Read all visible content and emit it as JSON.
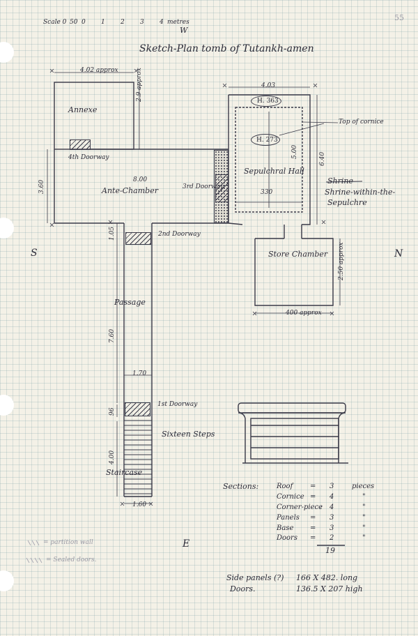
{
  "page_number": "55",
  "scale": {
    "label": "Scale 0",
    "ticks": [
      "50",
      "0",
      "1",
      "2",
      "3",
      "4"
    ],
    "unit": "metres"
  },
  "title": "Sketch-Plan tomb of Tutankh-amen",
  "directions": {
    "south": "S",
    "north": "N",
    "east": "E",
    "west": "W"
  },
  "rooms": {
    "annexe": {
      "label": "Annexe",
      "width": "4.02 approx",
      "depth": "2.9 approx"
    },
    "ante_chamber": {
      "label": "Ante-Chamber",
      "width": "8.00",
      "depth": "3.60"
    },
    "sepulchral_hall": {
      "label": "Sepulchral Hall",
      "width": "4.03",
      "depth": "6.40",
      "inner_width": "330",
      "inner_depth": "5.00"
    },
    "store_chamber": {
      "label": "Store Chamber",
      "width": "400 approx",
      "depth": "2.50 approx"
    },
    "passage": {
      "label": "Passage",
      "width": "1.70",
      "length": "7.60",
      "depth_label": "1.05"
    },
    "staircase": {
      "label": "Staircase",
      "width": "1.60",
      "length": "4.00",
      "steps_label": "Sixteen Steps"
    }
  },
  "doorways": {
    "first": "1st Doorway",
    "second": "2nd Doorway",
    "third": "3rd Doorway",
    "fourth": "4th Doorway",
    "first_depth": "96"
  },
  "annotations": {
    "height_outer": "H. 363",
    "height_inner": "H. 273",
    "top_of_cornice": "Top of cornice",
    "shrine_struck": "Shrine",
    "shrine_line1": "Shrine-within-the-",
    "shrine_line2": "Sepulchre"
  },
  "shrine_sections": {
    "label": "Sections:",
    "rows": [
      {
        "name": "Roof",
        "eq": "=",
        "count": "3",
        "unit": "pieces"
      },
      {
        "name": "Cornice",
        "eq": "=",
        "count": "4",
        "unit": "\""
      },
      {
        "name": "Corner-piece",
        "eq": ":",
        "count": "4",
        "unit": "\""
      },
      {
        "name": "Panels",
        "eq": "=",
        "count": "3",
        "unit": "\""
      },
      {
        "name": "Base",
        "eq": "=",
        "count": "3",
        "unit": "\""
      },
      {
        "name": "Doors",
        "eq": "=",
        "count": "2",
        "unit": "\""
      }
    ],
    "total": "19"
  },
  "legend": {
    "partition": "= partition wall",
    "sealed": "= Sealed doors."
  },
  "notes": [
    {
      "label": "Side panels (?)",
      "value": "166 X 482. long"
    },
    {
      "label": "Doors.",
      "value": "136.5 X 207 high"
    }
  ]
}
